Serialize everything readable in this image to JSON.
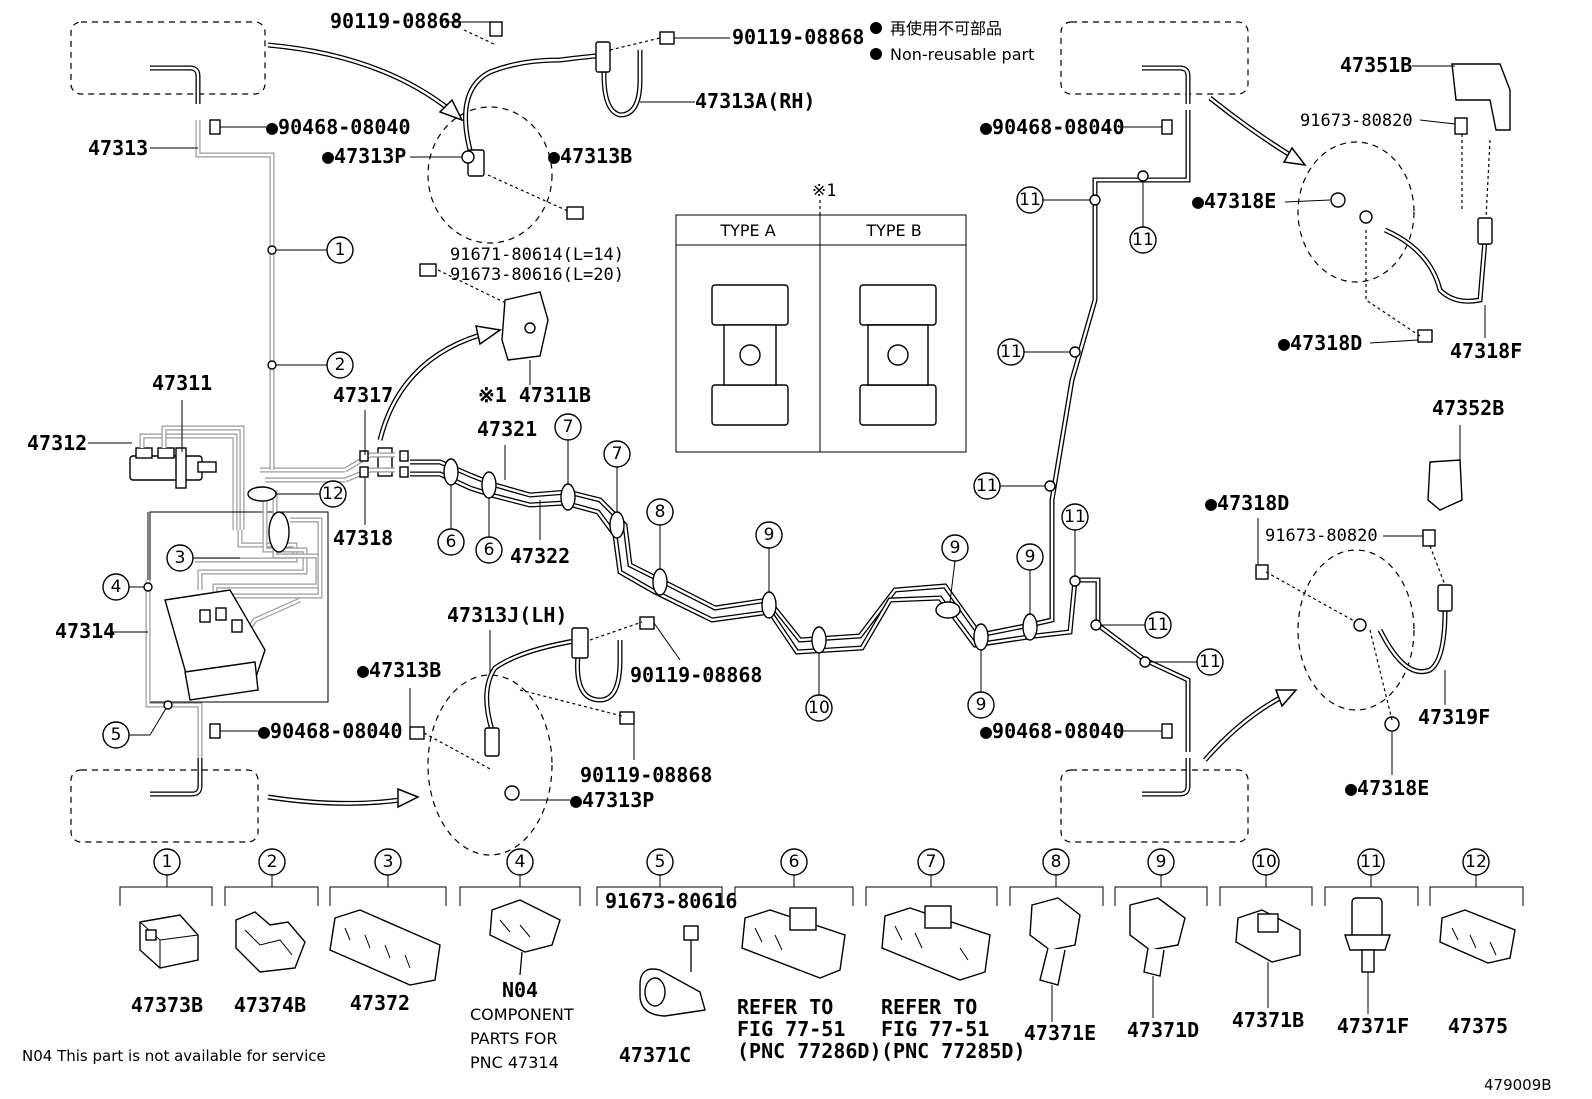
{
  "legend": {
    "japanese": "再使用不可部品",
    "english": "Non-reusable part",
    "marker": "●"
  },
  "footnote_mark": "※1",
  "type_box": {
    "type_a": "TYPE A",
    "type_b": "TYPE B"
  },
  "labels": {
    "p90119_a": "90119-08868",
    "p90119_b": "90119-08868",
    "p47313a": "47313A(RH)",
    "p47313": "47313",
    "p90468_tl": "●90468-08040",
    "p47313p_t": "●47313P",
    "p47313b_t": "●47313B",
    "p91671": "91671-80614(L=14)",
    "p91673_616": "91673-80616(L=20)",
    "p47311b": "※1 47311B",
    "p47317": "47317",
    "p47318": "47318",
    "p47311": "47311",
    "p47312": "47312",
    "p47321": "47321",
    "p47322": "47322",
    "p47314": "47314",
    "p47313j": "47313J(LH)",
    "p47313b_b": "●47313B",
    "p90119_c": "90119-08868",
    "p90119_d": "90119-08868",
    "p90468_bl": "●90468-08040",
    "p47313p_b": "●47313P",
    "p90468_tr": "●90468-08040",
    "p90468_br": "●90468-08040",
    "p47351b": "47351B",
    "p91673_820_t": "91673-80820",
    "p47318e_t": "●47318E",
    "p47318d_t": "●47318D",
    "p47318f": "47318F",
    "p47352b": "47352B",
    "p47318d_b": "●47318D",
    "p91673_820_b": "91673-80820",
    "p47319f": "47319F",
    "p47318e_b": "●47318E"
  },
  "callouts": [
    "1",
    "2",
    "3",
    "4",
    "5",
    "6",
    "7",
    "8",
    "9",
    "10",
    "11",
    "12"
  ],
  "bottom_parts": [
    {
      "num": "1",
      "part": "47373B"
    },
    {
      "num": "2",
      "part": "47374B"
    },
    {
      "num": "3",
      "part": "47372"
    },
    {
      "num": "4",
      "part": "N04",
      "note1": "COMPONENT",
      "note2": "PARTS FOR",
      "note3": "PNC 47314"
    },
    {
      "num": "5",
      "part": "47371C",
      "sub": "91673-80616"
    },
    {
      "num": "6",
      "part": "",
      "note1": "REFER TO",
      "note2": "FIG 77-51",
      "note3": "(PNC 77286D)"
    },
    {
      "num": "7",
      "part": "",
      "note1": "REFER TO",
      "note2": "FIG 77-51",
      "note3": "(PNC 77285D)"
    },
    {
      "num": "8",
      "part": "47371E"
    },
    {
      "num": "9",
      "part": "47371D"
    },
    {
      "num": "10",
      "part": "47371B"
    },
    {
      "num": "11",
      "part": "47371F"
    },
    {
      "num": "12",
      "part": "47375"
    }
  ],
  "footer": {
    "n04_note": "N04 This part is not available for service",
    "drawing_id": "479009B"
  }
}
